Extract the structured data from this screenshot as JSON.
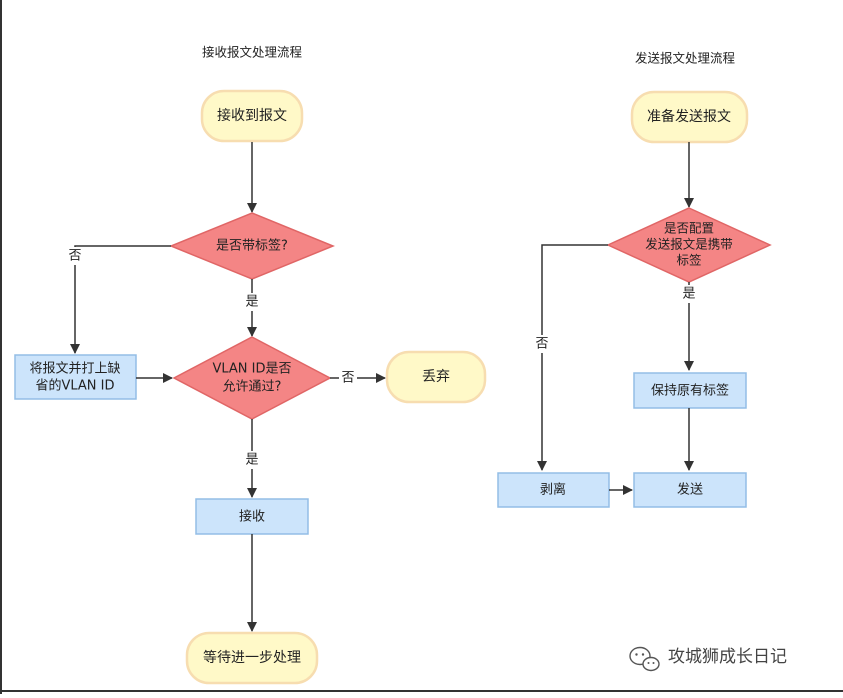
{
  "left_flow": {
    "title": "接收报文处理流程",
    "start": "接收到报文",
    "q_tagged": "是否带标签?",
    "q_vlan_line1": "VLAN ID是否",
    "q_vlan_line2": "允许通过?",
    "untagged_action_line1": "将报文并打上缺",
    "untagged_action_line2": "省的VLAN ID",
    "discard": "丢弃",
    "receive": "接收",
    "wait": "等待进一步处理",
    "label_no_tagged": "否",
    "label_yes_tagged": "是",
    "label_no_vlan": "否",
    "label_yes_vlan": "是"
  },
  "right_flow": {
    "title": "发送报文处理流程",
    "start": "准备发送报文",
    "q_line1": "是否配置",
    "q_line2": "发送报文是携带",
    "q_line3": "标签",
    "keep": "保持原有标签",
    "strip": "剥离",
    "send": "发送",
    "label_yes": "是",
    "label_no": "否"
  },
  "watermark": {
    "text": "攻城狮成长日记",
    "icon": "wechat-icon"
  },
  "colors": {
    "terminal_fill": "#fff9c8",
    "terminal_stroke": "#f7ddb0",
    "decision_fill": "#f48585",
    "decision_stroke": "#e06666",
    "process_fill": "#cce4fb",
    "process_stroke": "#93bde6",
    "edge": "#333333"
  }
}
